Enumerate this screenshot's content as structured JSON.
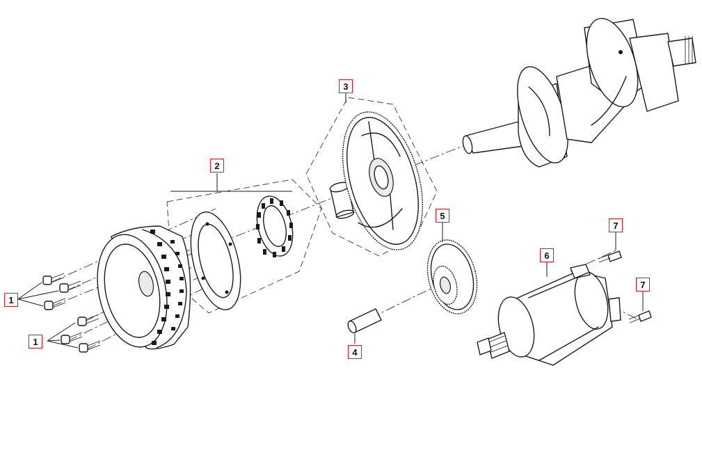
{
  "callouts": {
    "c1a": "1",
    "c1b": "1",
    "c2": "2",
    "c3": "3",
    "c4": "4",
    "c5": "5",
    "c6": "6",
    "c7a": "7",
    "c7b": "7"
  },
  "colors": {
    "callout_border": "#e0191f",
    "line": "#1a1a1a",
    "background": "#ffffff"
  }
}
